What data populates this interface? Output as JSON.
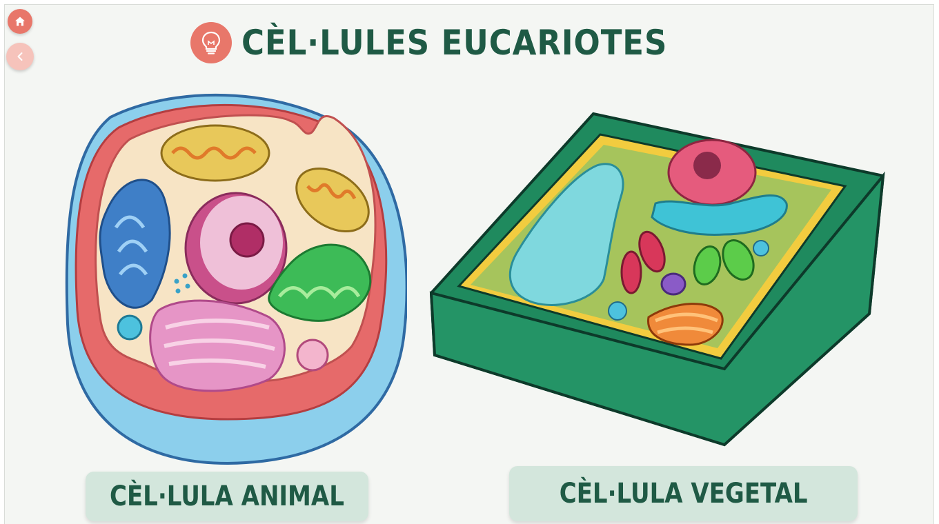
{
  "nav": {
    "home_icon": "home-icon",
    "back_icon": "chevron-left-icon"
  },
  "header": {
    "icon": "lightbulb-icon",
    "title": "CÈL·LULES EUCARIOTES"
  },
  "cards": {
    "animal_label": "CÈL·LULA ANIMAL",
    "plant_label": "CÈL·LULA VEGETAL"
  },
  "colors": {
    "accent": "#e8776a",
    "title": "#1f5a45",
    "card_bg": "#d3e6dc",
    "background": "#f4f6f3"
  }
}
